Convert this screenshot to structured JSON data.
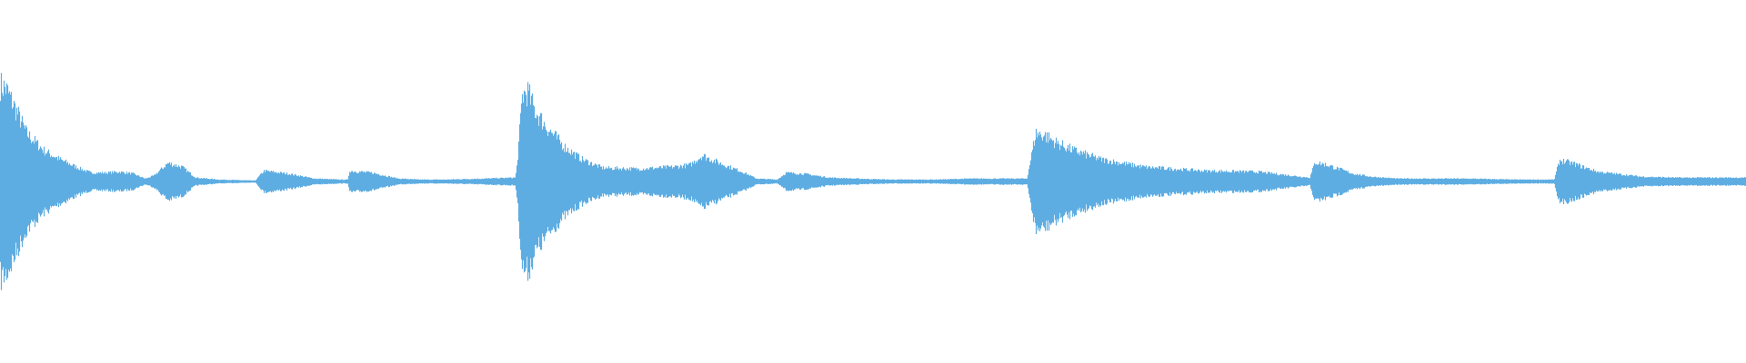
{
  "waveform": {
    "color": "#5dade2",
    "background": "#ffffff",
    "envelope": [
      [
        0.0,
        1.0
      ],
      [
        0.3,
        0.97
      ],
      [
        0.8,
        0.78
      ],
      [
        1.5,
        0.5
      ],
      [
        2.5,
        0.32
      ],
      [
        3.5,
        0.22
      ],
      [
        4.6,
        0.13
      ],
      [
        5.2,
        0.09
      ],
      [
        6.0,
        0.09
      ],
      [
        6.8,
        0.1
      ],
      [
        7.6,
        0.08
      ],
      [
        8.3,
        0.03
      ],
      [
        8.8,
        0.06
      ],
      [
        9.6,
        0.19
      ],
      [
        10.4,
        0.15
      ],
      [
        11.2,
        0.04
      ],
      [
        12.5,
        0.02
      ],
      [
        14.6,
        0.01
      ],
      [
        15.1,
        0.11
      ],
      [
        16.5,
        0.08
      ],
      [
        18.0,
        0.03
      ],
      [
        19.5,
        0.02
      ],
      [
        19.9,
        0.02
      ],
      [
        20.0,
        0.11
      ],
      [
        21.3,
        0.09
      ],
      [
        22.8,
        0.03
      ],
      [
        24.0,
        0.02
      ],
      [
        25.5,
        0.02
      ],
      [
        27.6,
        0.03
      ],
      [
        29.5,
        0.04
      ],
      [
        29.6,
        0.18
      ],
      [
        29.9,
        0.9
      ],
      [
        30.2,
        0.93
      ],
      [
        30.6,
        0.74
      ],
      [
        31.3,
        0.56
      ],
      [
        32.3,
        0.36
      ],
      [
        33.3,
        0.23
      ],
      [
        34.5,
        0.14
      ],
      [
        36.5,
        0.13
      ],
      [
        38.5,
        0.15
      ],
      [
        39.5,
        0.17
      ],
      [
        40.2,
        0.27
      ],
      [
        41.2,
        0.19
      ],
      [
        42.5,
        0.1
      ],
      [
        43.3,
        0.03
      ],
      [
        44.5,
        0.02
      ],
      [
        45.0,
        0.09
      ],
      [
        46.0,
        0.08
      ],
      [
        47.5,
        0.04
      ],
      [
        49.0,
        0.03
      ],
      [
        51.0,
        0.02
      ],
      [
        53.5,
        0.02
      ],
      [
        55.5,
        0.03
      ],
      [
        58.8,
        0.03
      ],
      [
        59.3,
        0.5
      ],
      [
        59.8,
        0.48
      ],
      [
        60.5,
        0.4
      ],
      [
        61.5,
        0.32
      ],
      [
        63.0,
        0.23
      ],
      [
        65.5,
        0.15
      ],
      [
        69.0,
        0.11
      ],
      [
        72.0,
        0.1
      ],
      [
        75.0,
        0.04
      ],
      [
        75.3,
        0.2
      ],
      [
        76.0,
        0.17
      ],
      [
        77.5,
        0.08
      ],
      [
        78.5,
        0.05
      ],
      [
        80.0,
        0.03
      ],
      [
        84.0,
        0.03
      ],
      [
        86.8,
        0.02
      ],
      [
        89.0,
        0.02
      ],
      [
        89.3,
        0.22
      ],
      [
        90.0,
        0.19
      ],
      [
        91.5,
        0.1
      ],
      [
        94.0,
        0.05
      ],
      [
        96.0,
        0.04
      ],
      [
        100.0,
        0.04
      ]
    ]
  }
}
